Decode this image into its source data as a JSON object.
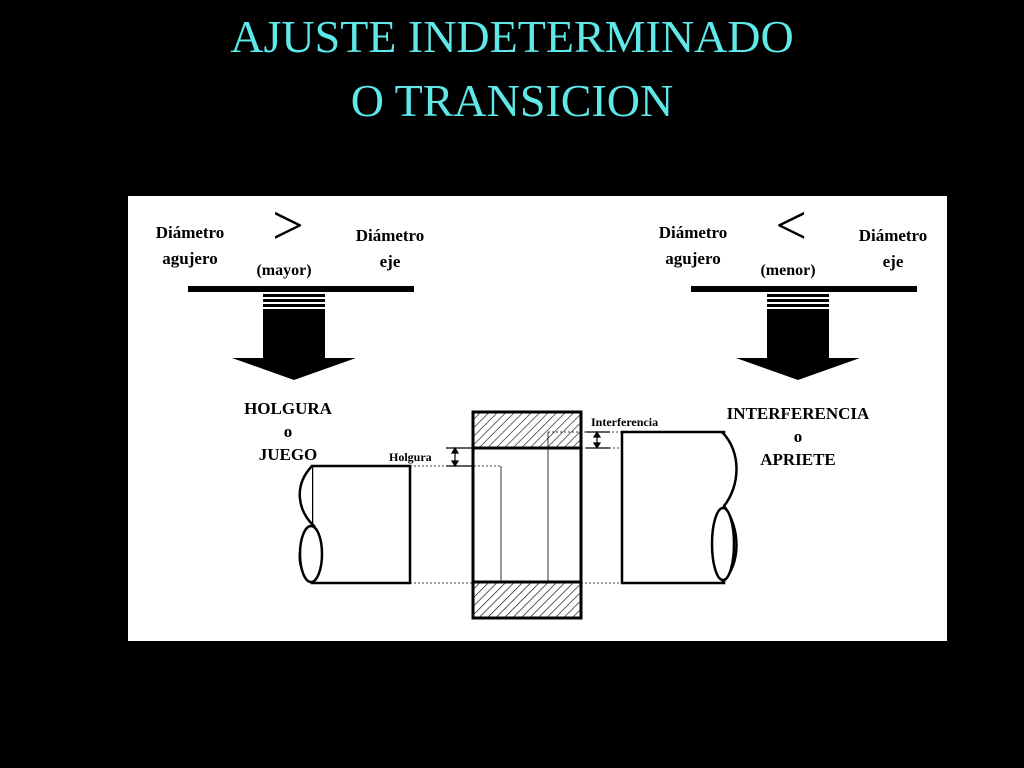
{
  "title": {
    "line1": "AJUSTE INDETERMINADO",
    "line2": "O TRANSICION"
  },
  "left_case": {
    "hole_diameter": [
      "Diámetro",
      "agujero"
    ],
    "symbol": ">",
    "qualifier": "(mayor)",
    "shaft_diameter": [
      "Diámetro",
      "eje"
    ],
    "result": [
      "HOLGURA",
      "o",
      "JUEGO"
    ]
  },
  "right_case": {
    "hole_diameter": [
      "Diámetro",
      "agujero"
    ],
    "symbol": "<",
    "qualifier": "(menor)",
    "shaft_diameter": [
      "Diámetro",
      "eje"
    ],
    "result": [
      "INTERFERENCIA",
      "o",
      "APRIETE"
    ]
  },
  "diagram": {
    "clearance_label": "Holgura",
    "interference_label": "Interferencia"
  },
  "colors": {
    "title": "#5fe8e8",
    "background": "#000000",
    "panel": "#ffffff"
  }
}
